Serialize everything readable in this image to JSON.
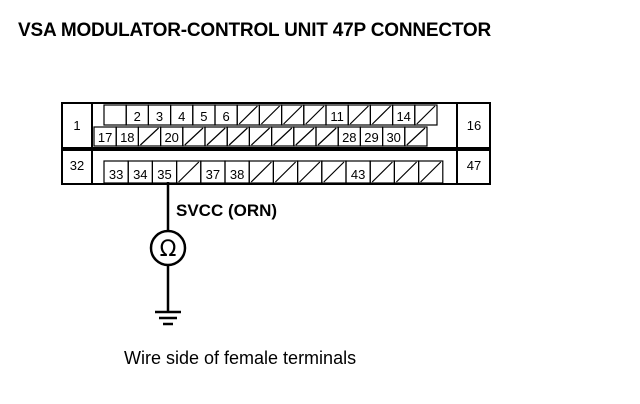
{
  "title": "VSA MODULATOR-CONTROL UNIT 47P CONNECTOR",
  "connector": {
    "row1": [
      "",
      "2",
      "3",
      "4",
      "5",
      "6",
      "/",
      "/",
      "/",
      "/",
      "11",
      "/",
      "/",
      "14",
      "/"
    ],
    "row2": [
      "17",
      "18",
      "/",
      "20",
      "/",
      "/",
      "/",
      "/",
      "/",
      "/",
      "/",
      "28",
      "29",
      "30",
      "/"
    ],
    "row3": [
      "33",
      "34",
      "35",
      "/",
      "37",
      "38",
      "/",
      "/",
      "/",
      "/",
      "43",
      "/",
      "/",
      "/"
    ],
    "side_pins": {
      "top_left": "1",
      "top_right": "16",
      "bottom_left": "32",
      "bottom_right": "47"
    }
  },
  "wire_label": "SVCC (ORN)",
  "meter_symbol": "Ω",
  "caption": "Wire side of female terminals"
}
